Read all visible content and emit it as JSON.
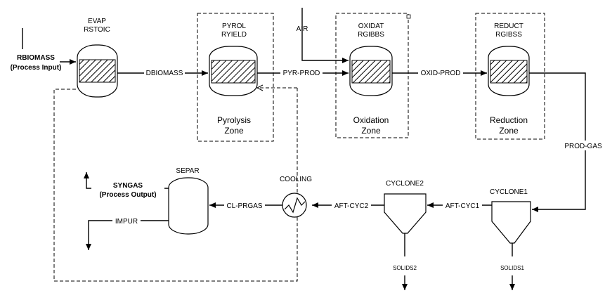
{
  "blocks": {
    "evap": {
      "name": "EVAP",
      "type": "RSTOIC"
    },
    "pyrol": {
      "name": "PYROL",
      "type": "RYIELD",
      "zone": [
        "Pyrolysis",
        "Zone"
      ]
    },
    "oxidat": {
      "name": "OXIDAT",
      "type": "RGIBBS",
      "zone": [
        "Oxidation",
        "Zone"
      ]
    },
    "reduct": {
      "name": "REDUCT",
      "type": "RGIBSS",
      "zone": [
        "Reduction",
        "Zone"
      ]
    },
    "separ": {
      "name": "SEPAR"
    },
    "cooling": {
      "name": "COOLING"
    },
    "cyclone2": {
      "name": "CYCLONE2"
    },
    "cyclone1": {
      "name": "CYCLONE1"
    }
  },
  "streams": {
    "rbiomass": {
      "name": "RBIOMASS",
      "note": "(Process Input)"
    },
    "dbiomass": "DBIOMASS",
    "pyr_prod": "PYR-PROD",
    "air": "AIR",
    "oxid_prod": "OXID-PROD",
    "prod_gas": "PROD-GAS",
    "aft_cyc1": "AFT-CYC1",
    "aft_cyc2": "AFT-CYC2",
    "cl_prgas": "CL-PRGAS",
    "syngas": {
      "name": "SYNGAS",
      "note": "(Process Output)"
    },
    "impur": "IMPUR",
    "solids2": "SOLIDS2",
    "solids1": "SOLIDS1"
  }
}
